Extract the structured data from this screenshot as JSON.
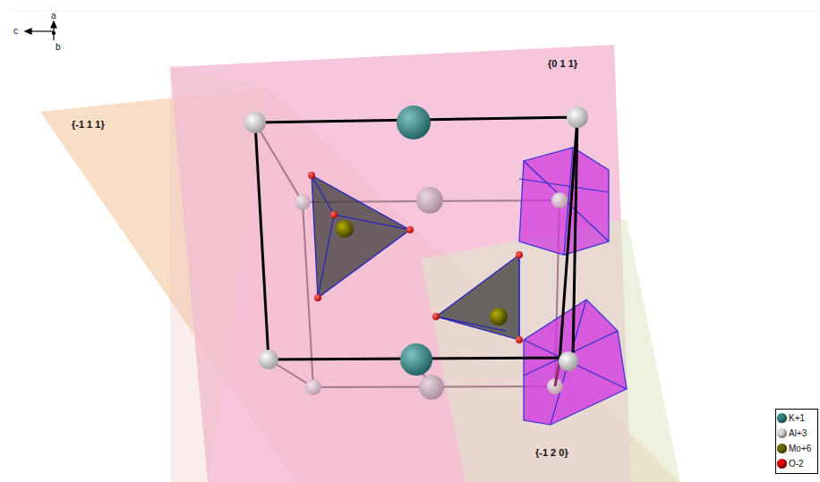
{
  "diagram": {
    "labels": [
      "a",
      "c",
      "b",
      "{0 1 1}",
      "{-1 1 1}",
      "{-1 2 0}"
    ],
    "legend": [
      {
        "text": "K+1",
        "color": "#2f8585"
      },
      {
        "text": "Al+3",
        "color": "#d9d9d9"
      },
      {
        "text": "Mo+6",
        "color": "#6e6a00"
      },
      {
        "text": "O-2",
        "color": "#e00000"
      }
    ]
  }
}
